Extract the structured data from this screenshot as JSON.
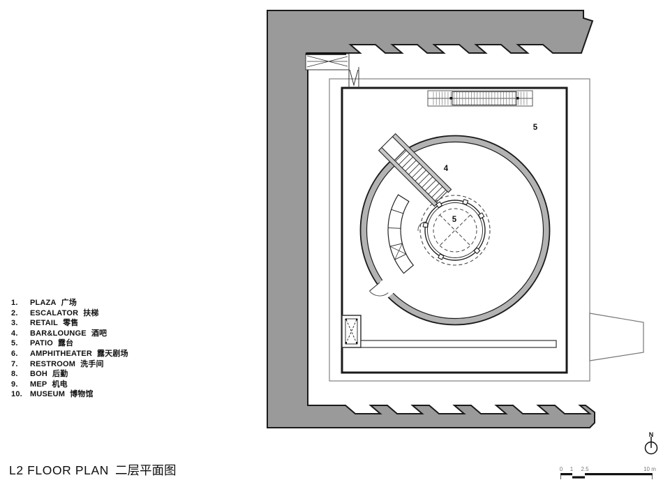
{
  "title": {
    "en": "L2 FLOOR PLAN",
    "zh": "二层平面图"
  },
  "legend": {
    "items": [
      {
        "n": "1.",
        "en": "PLAZA",
        "zh": "广场"
      },
      {
        "n": "2.",
        "en": "ESCALATOR",
        "zh": "扶梯"
      },
      {
        "n": "3.",
        "en": "RETAIL",
        "zh": "零售"
      },
      {
        "n": "4.",
        "en": "BAR&LOUNGE",
        "zh": "酒吧"
      },
      {
        "n": "5.",
        "en": "PATIO",
        "zh": "露台"
      },
      {
        "n": "6.",
        "en": "AMPHITHEATER",
        "zh": "露天剧场"
      },
      {
        "n": "7.",
        "en": "RESTROOM",
        "zh": "洗手间"
      },
      {
        "n": "8.",
        "en": "BOH",
        "zh": "后勤"
      },
      {
        "n": "9.",
        "en": "MEP",
        "zh": "机电"
      },
      {
        "n": "10.",
        "en": "MUSEUM",
        "zh": "博物馆"
      }
    ]
  },
  "plan": {
    "labels": {
      "patio_upper": "5",
      "bar_lounge": "4",
      "patio_center": "5"
    }
  },
  "north_arrow": {
    "label": "N"
  },
  "scale_bar": {
    "tick_0": "0",
    "tick_1": "1",
    "tick_2": "2.5",
    "end": "10 m"
  },
  "colors": {
    "site_gray": "#9a9a9a",
    "drum_gray": "#b3b3b3",
    "line": "#1a1a1a"
  }
}
